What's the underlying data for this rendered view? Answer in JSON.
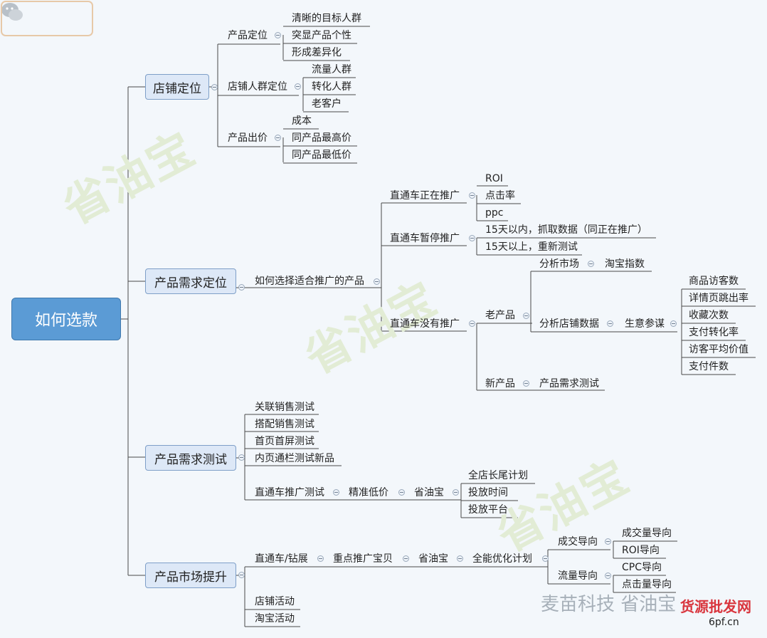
{
  "root": "如何选款",
  "watermark": "省油宝",
  "branches": {
    "shop_position": {
      "label": "店铺定位",
      "product_position": {
        "label": "产品定位",
        "items": [
          "清晰的目标人群",
          "突显产品个性",
          "形成差异化"
        ]
      },
      "crowd_position": {
        "label": "店铺人群定位",
        "items": [
          "流量人群",
          "转化人群",
          "老客户"
        ]
      },
      "pricing": {
        "label": "产品出价",
        "items": [
          "成本",
          "同产品最高价",
          "同产品最低价"
        ]
      }
    },
    "demand_position": {
      "label": "产品需求定位",
      "how": "如何选择适合推广的产品",
      "ztc_on": {
        "label": "直通车正在推广",
        "items": [
          "ROI",
          "点击率",
          "ppc"
        ]
      },
      "ztc_paused": {
        "label": "直通车暂停推广",
        "items": [
          "15天以内，抓取数据（同正在推广）",
          "15天以上，重新测试"
        ]
      },
      "ztc_none": {
        "label": "直通车没有推广",
        "old": {
          "label": "老产品",
          "market": {
            "label": "分析市场",
            "tool": "淘宝指数"
          },
          "shop": {
            "label": "分析店铺数据",
            "tool": "生意参谋",
            "items": [
              "商品访客数",
              "详情页跳出率",
              "收藏次数",
              "支付转化率",
              "访客平均价值",
              "支付件数"
            ]
          }
        },
        "new": {
          "label": "新产品",
          "test": "产品需求测试"
        }
      }
    },
    "demand_test": {
      "label": "产品需求测试",
      "items": [
        "关联销售测试",
        "搭配销售测试",
        "首页首屏测试",
        "内页通栏测试新品"
      ],
      "ztc_test": {
        "label": "直通车推广测试",
        "precise": "精准低价",
        "tool": "省油宝",
        "items": [
          "全店长尾计划",
          "投放时间",
          "投放平台"
        ]
      }
    },
    "market_boost": {
      "label": "产品市场提升",
      "ztc": {
        "label": "直通车/钻展",
        "focus": "重点推广宝贝",
        "tool": "省油宝",
        "plan": "全能优化计划",
        "deal": {
          "label": "成交导向",
          "items": [
            "成交量导向",
            "ROI导向"
          ]
        },
        "traffic": {
          "label": "流量导向",
          "items": [
            "CPC导向",
            "点击量导向"
          ]
        }
      },
      "shop_activity": "店铺活动",
      "taobao_activity": "淘宝活动"
    }
  },
  "footer": {
    "brand": "麦苗科技 省油宝",
    "stamp": "货源批发网",
    "url": "6pf.cn"
  },
  "colors": {
    "root_fill": "#5b9bd5",
    "main_fill": "#dde8f7",
    "line": "#4a4a4a",
    "watermark": "#e2ecd5",
    "stamp": "#d9363e"
  }
}
